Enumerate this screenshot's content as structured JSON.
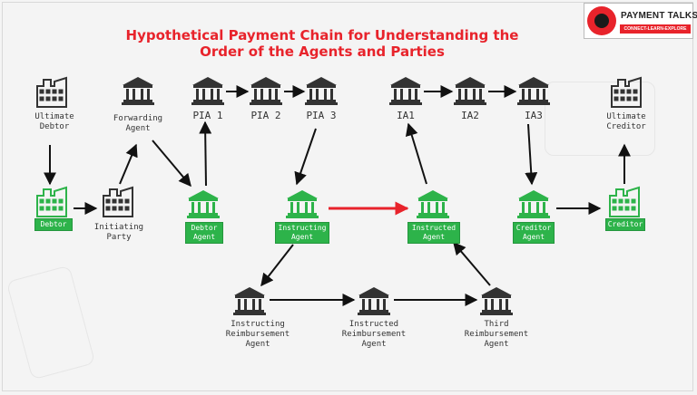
{
  "title": {
    "line1": "Hypothetical Payment Chain for Understanding the",
    "line2": "Order of the Agents and Parties"
  },
  "logo": {
    "name": "PAYMENT TALKS",
    "tagline": "CONNECT-LEARN-EXPLORE"
  },
  "colors": {
    "accent_red": "#e8232b",
    "green": "#2db34a",
    "dark": "#1a1a1a"
  },
  "nodes": {
    "ultimate_debtor": "Ultimate\nDebtor",
    "forwarding_agent": "Forwarding\nAgent",
    "pia1": "PIA 1",
    "pia2": "PIA 2",
    "pia3": "PIA 3",
    "ia1": "IA1",
    "ia2": "IA2",
    "ia3": "IA3",
    "ultimate_creditor": "Ultimate\nCreditor",
    "debtor": "Debtor",
    "initiating_party": "Initiating\nParty",
    "debtor_agent": "Debtor\nAgent",
    "instructing_agent": "Instructing\nAgent",
    "instructed_agent": "Instructed\nAgent",
    "creditor_agent": "Creditor\nAgent",
    "creditor": "Creditor",
    "instructing_reimbursement_agent": "Instructing\nReimbursement\nAgent",
    "instructed_reimbursement_agent": "Instructed\nReimbursement\nAgent",
    "third_reimbursement_agent": "Third\nReimbursement\nAgent"
  }
}
